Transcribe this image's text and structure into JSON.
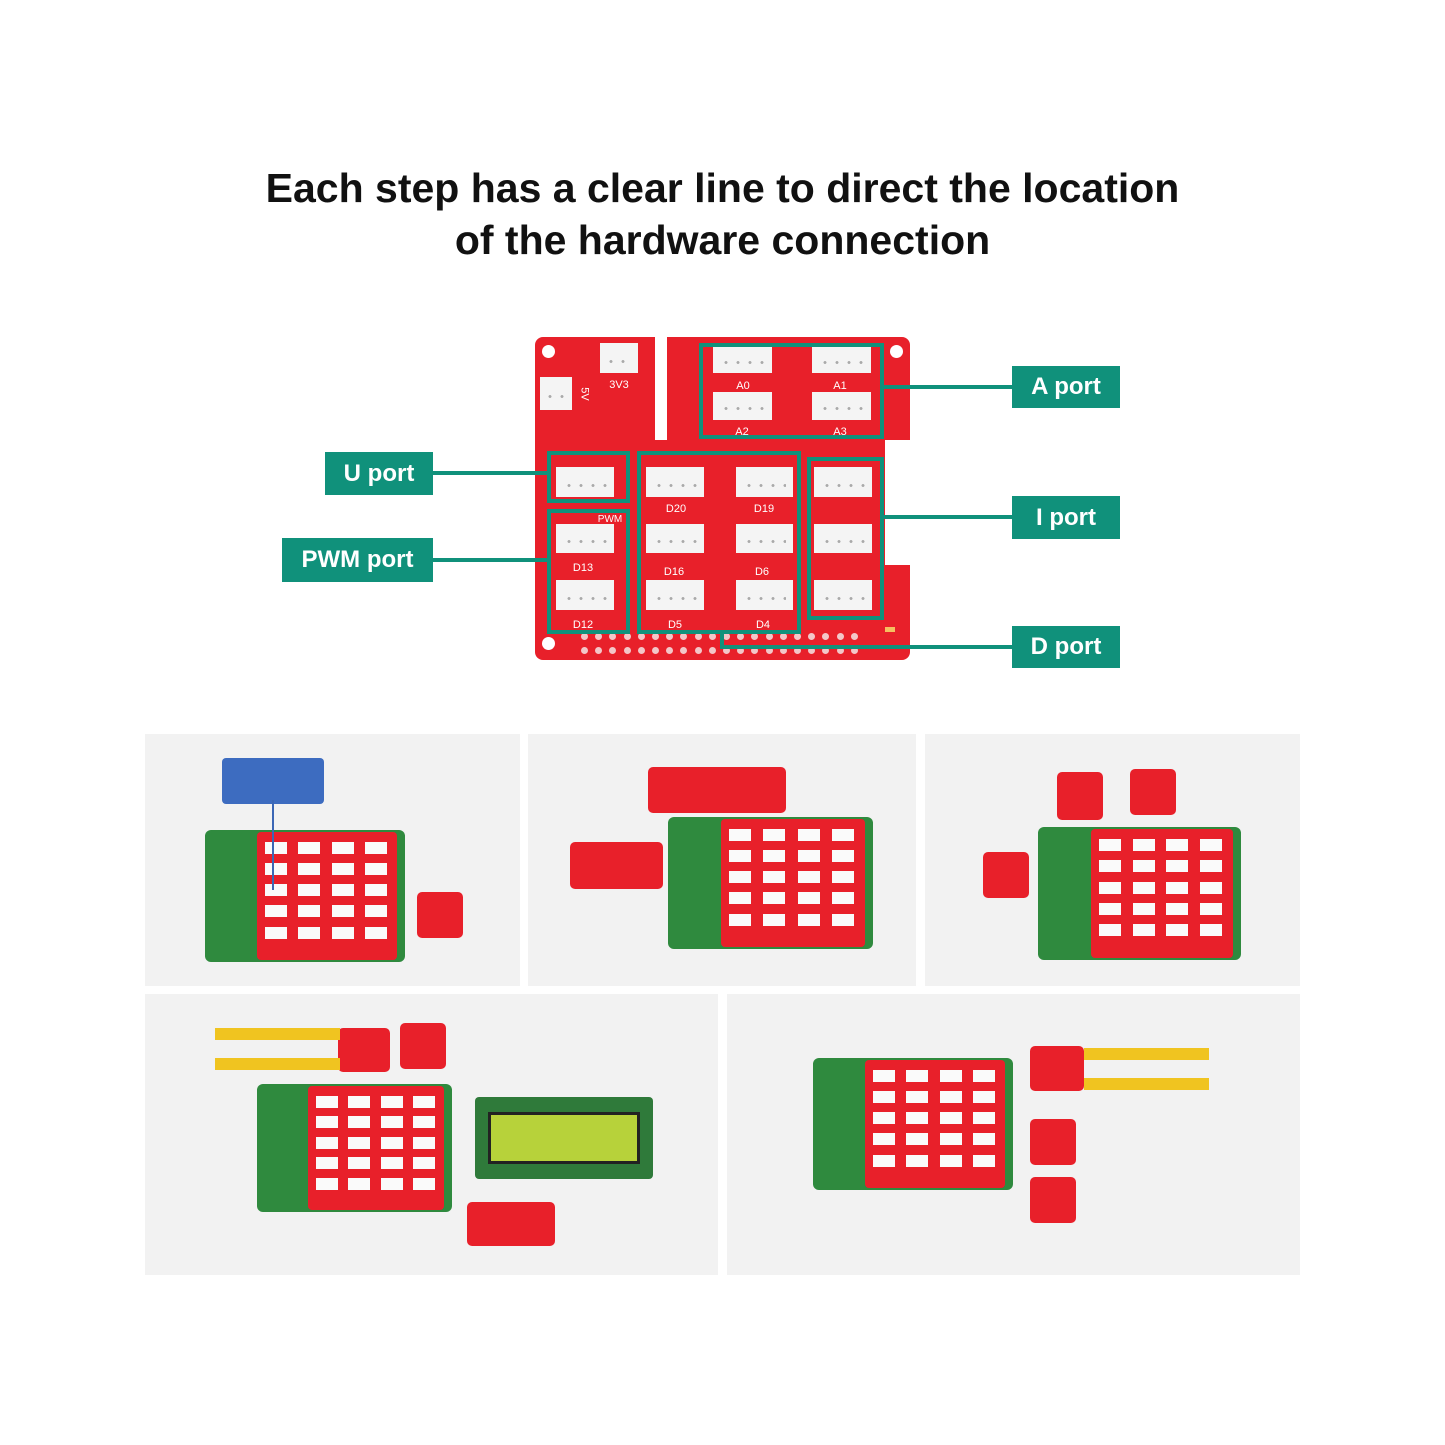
{
  "title": {
    "line1": "Each step has a clear line to direct the location",
    "line2": "of the hardware connection"
  },
  "board": {
    "silkscreen": {
      "v33": "3V3",
      "v5": "5V",
      "pwm": "PWM",
      "a0": "A0",
      "a1": "A1",
      "a2": "A2",
      "a3": "A3",
      "d20": "D20",
      "d19": "D19",
      "d13": "D13",
      "d16": "D16",
      "d6": "D6",
      "d12": "D12",
      "d5": "D5",
      "d4": "D4"
    }
  },
  "callouts": {
    "a_port": "A port",
    "u_port": "U port",
    "pwm_port": "PWM port",
    "i_port": "I port",
    "d_port": "D port"
  },
  "colors": {
    "board_red": "#e8202a",
    "callout_teal": "#10917b",
    "pi_green": "#2f8a3e"
  }
}
